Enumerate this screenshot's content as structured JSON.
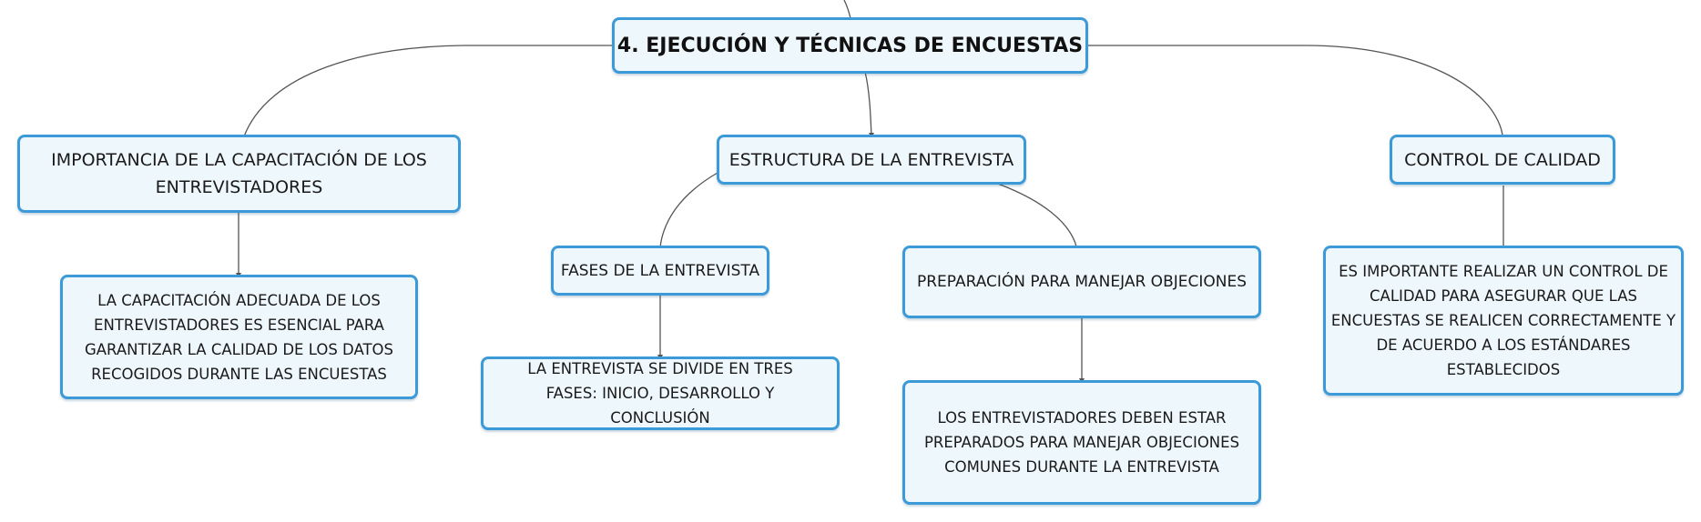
{
  "colors": {
    "node_fill": "#eef7fc",
    "node_border": "#3d9ad8",
    "connector": "#555555",
    "text": "#1a1a1a"
  },
  "root": {
    "label": "4. EJECUCIÓN Y TÉCNICAS DE ENCUESTAS"
  },
  "branches": {
    "capacitacion": {
      "label": "IMPORTANCIA DE LA CAPACITACIÓN DE LOS ENTREVISTADORES",
      "detail": "LA CAPACITACIÓN ADECUADA DE LOS ENTREVISTADORES ES ESENCIAL PARA GARANTIZAR LA CALIDAD DE LOS DATOS RECOGIDOS DURANTE LAS ENCUESTAS"
    },
    "estructura": {
      "label": "ESTRUCTURA DE LA ENTREVISTA",
      "fases": {
        "label": "FASES DE LA ENTREVISTA",
        "detail": "LA ENTREVISTA SE DIVIDE EN TRES FASES: INICIO, DESARROLLO Y CONCLUSIÓN"
      },
      "objeciones": {
        "label": "PREPARACIÓN PARA MANEJAR OBJECIONES",
        "detail": "LOS ENTREVISTADORES DEBEN ESTAR PREPARADOS PARA MANEJAR OBJECIONES COMUNES DURANTE LA ENTREVISTA"
      }
    },
    "calidad": {
      "label": "CONTROL DE CALIDAD",
      "detail": "ES IMPORTANTE REALIZAR UN CONTROL DE CALIDAD PARA ASEGURAR QUE LAS ENCUESTAS SE REALICEN CORRECTAMENTE Y DE ACUERDO A LOS ESTÁNDARES ESTABLECIDOS"
    }
  }
}
